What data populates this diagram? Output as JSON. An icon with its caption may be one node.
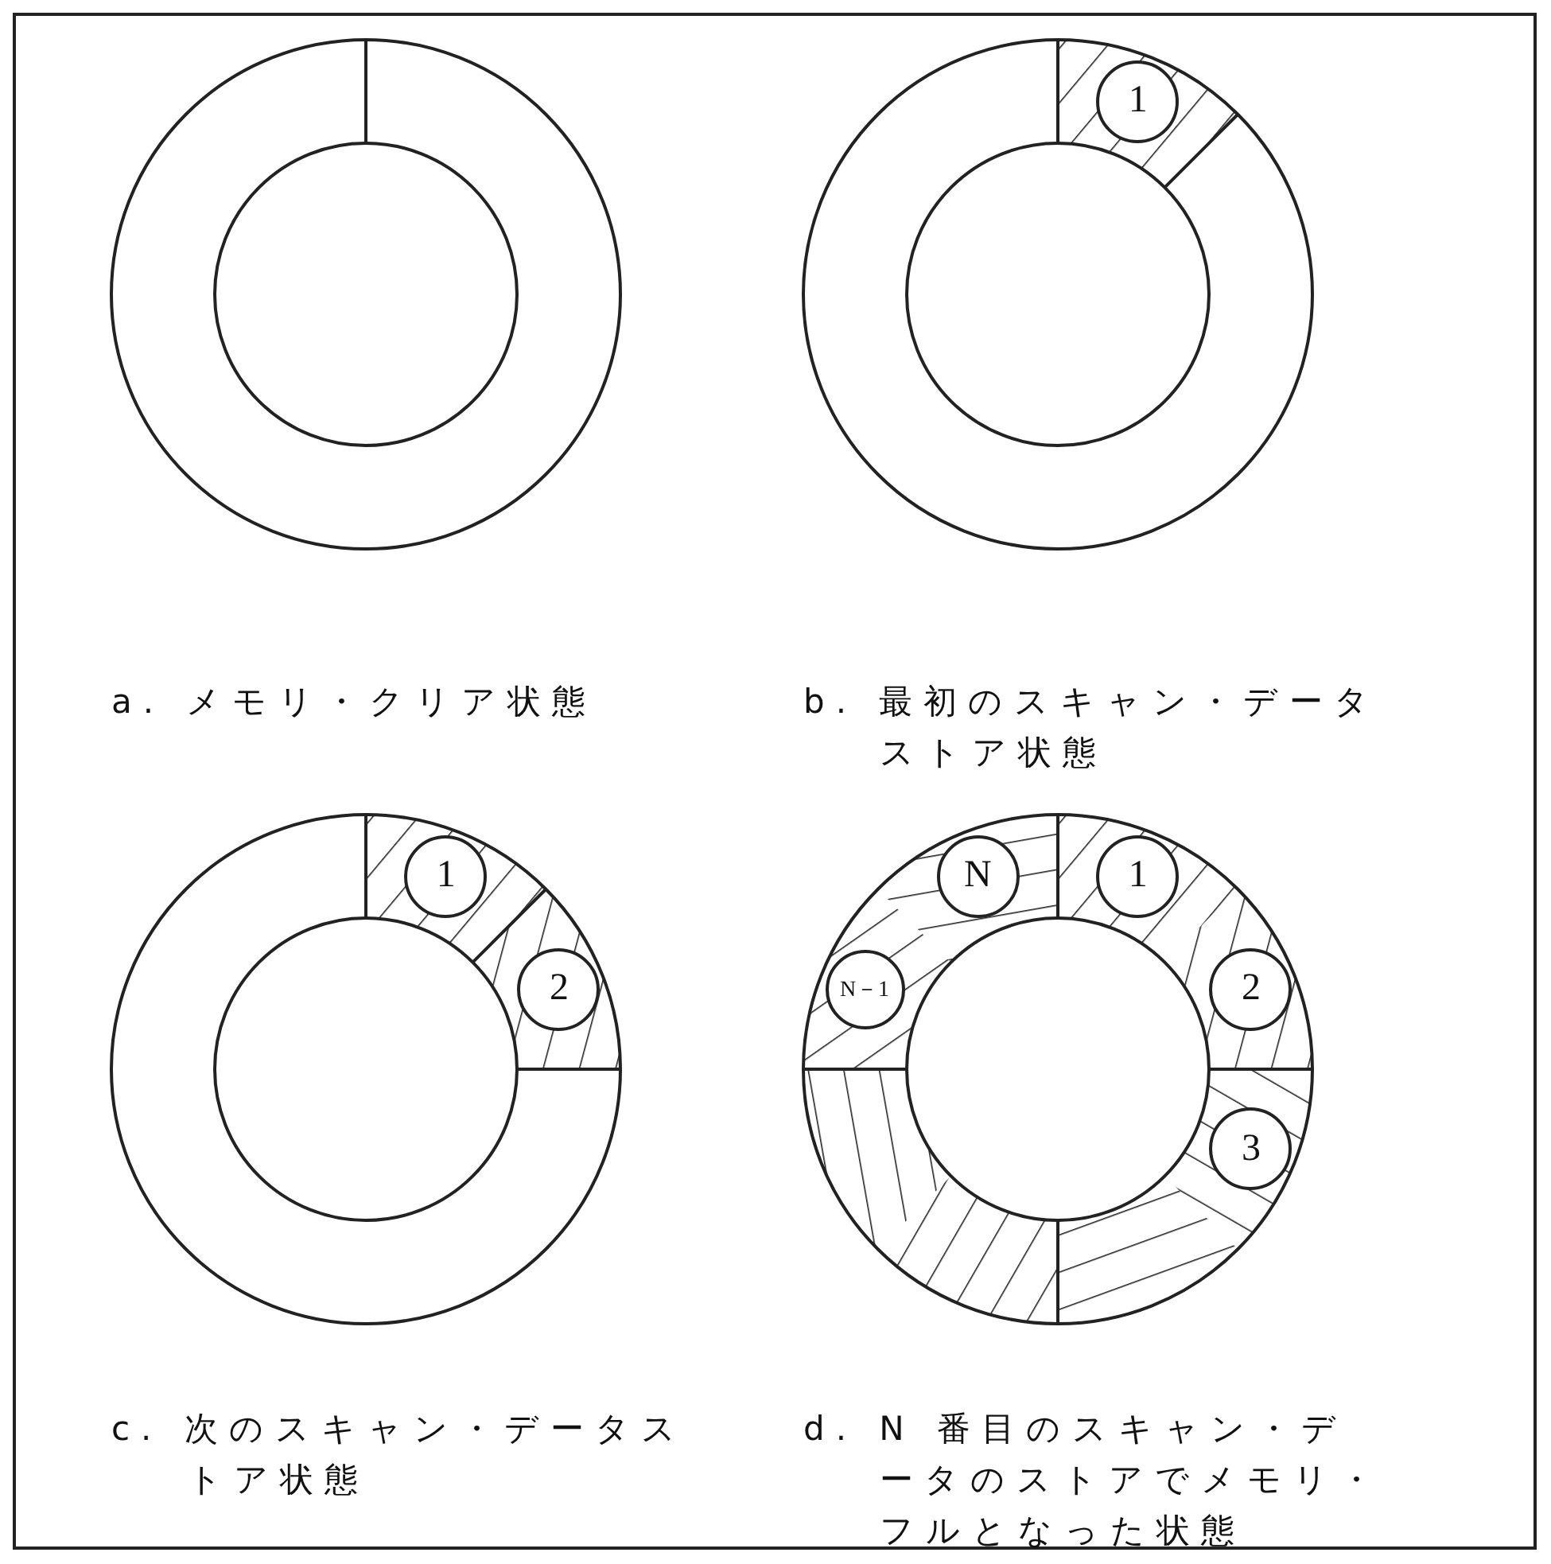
{
  "diagram": {
    "nodes": [
      {
        "text": [
          "1"
        ]
      },
      {
        "text": [
          "1"
        ]
      },
      {
        "text": [
          "2"
        ]
      },
      {
        "text": [
          "N"
        ]
      },
      {
        "text": [
          "1"
        ]
      },
      {
        "text": [
          "2"
        ]
      },
      {
        "text": [
          "N－1"
        ]
      },
      {
        "text": [
          "3"
        ]
      }
    ],
    "labels": [
      "a. メモリ・クリア状態",
      "b. 最初のスキャン・データストア状態",
      "c. 次のスキャン・データストア状態",
      "d. N 番目のスキャン・データのストアでメモリ・フルとなった状態"
    ]
  }
}
